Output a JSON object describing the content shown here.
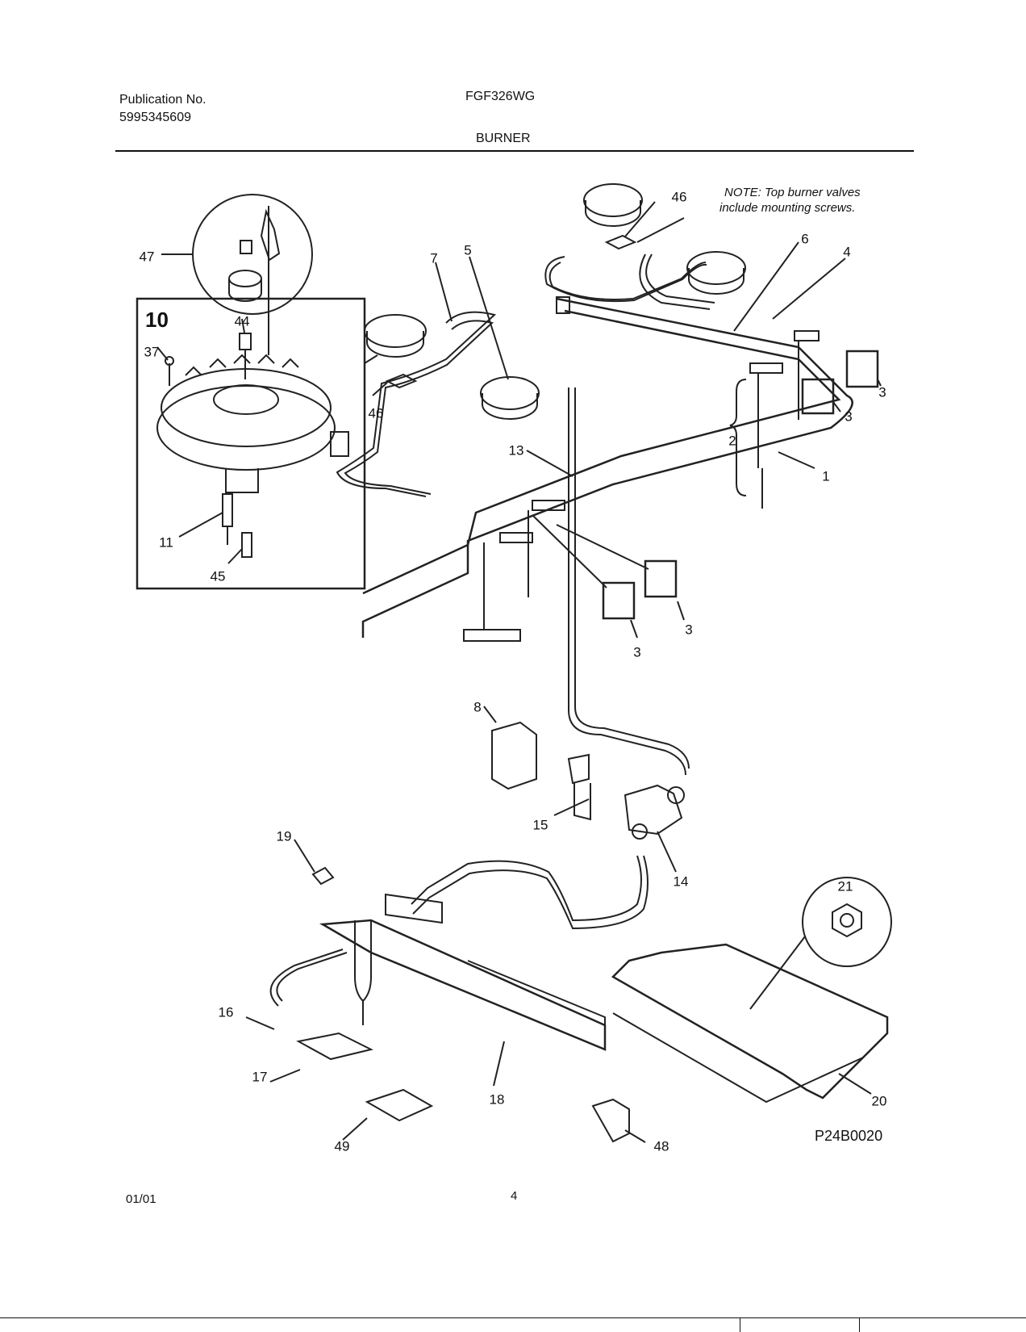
{
  "header": {
    "publication_label": "Publication No.",
    "publication_number": "5995345609",
    "model": "FGF326WG",
    "section_title": "BURNER"
  },
  "note": {
    "line1": "NOTE: Top burner valves",
    "line2": "include mounting screws."
  },
  "inset_number": "10",
  "callouts": {
    "c47": "47",
    "c10": "10",
    "c44": "44",
    "c37": "37",
    "c11": "11",
    "c45": "45",
    "c46a": "46",
    "c46b": "46",
    "c7": "7",
    "c5": "5",
    "c6": "6",
    "c4": "4",
    "c3a": "3",
    "c3b": "3",
    "c3c": "3",
    "c3d": "3",
    "c2": "2",
    "c1": "1",
    "c13": "13",
    "c8": "8",
    "c15": "15",
    "c14": "14",
    "c19": "19",
    "c21": "21",
    "c16": "16",
    "c17": "17",
    "c18": "18",
    "c20": "20",
    "c49": "49",
    "c48": "48"
  },
  "figure_id": "P24B0020",
  "footer": {
    "date": "01/01",
    "page": "4"
  }
}
